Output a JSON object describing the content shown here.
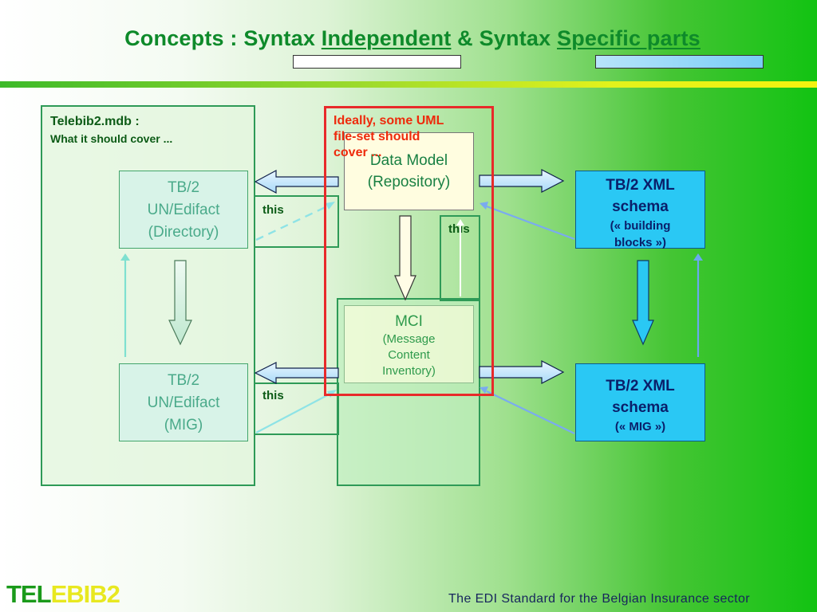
{
  "header": {
    "title_parts": [
      "Concepts : Syntax ",
      "Independent",
      " & Syntax ",
      "Specific parts"
    ]
  },
  "left_panel": {
    "title": "Telebib2.mdb :",
    "subtitle": "What it should cover ..."
  },
  "boxes": {
    "directory": [
      "TB/2",
      "UN/Edifact",
      "(Directory)"
    ],
    "mig": [
      "TB/2",
      "UN/Edifact",
      "(MIG)"
    ],
    "data_model": [
      "Data Model",
      "(Repository)"
    ],
    "mci": {
      "title": "MCI",
      "lines": [
        "(Message",
        "Content",
        "Inventory)"
      ]
    },
    "xml_building": {
      "title": [
        "TB/2 XML",
        "schema"
      ],
      "subtitle": [
        "(« building",
        "blocks »)"
      ]
    },
    "xml_mig": {
      "title": [
        "TB/2 XML",
        "schema"
      ],
      "subtitle": [
        "(« MIG »)"
      ]
    }
  },
  "labels": {
    "this_1": "this",
    "this_2": "this",
    "this_3": "this"
  },
  "red_note": [
    "Ideally, some UML",
    "file-set should",
    "cover ..."
  ],
  "footer": {
    "logo_part1": "TEL",
    "logo_part2": "EBIB2",
    "tagline": "The EDI Standard for the Belgian Insurance sector"
  },
  "colors": {
    "title_green": "#0e8a2a",
    "red_frame": "#e82a2a",
    "xml_blue": "#2ac8f4",
    "logo_green": "#1a9a1a",
    "logo_yellow": "#e8e820"
  }
}
